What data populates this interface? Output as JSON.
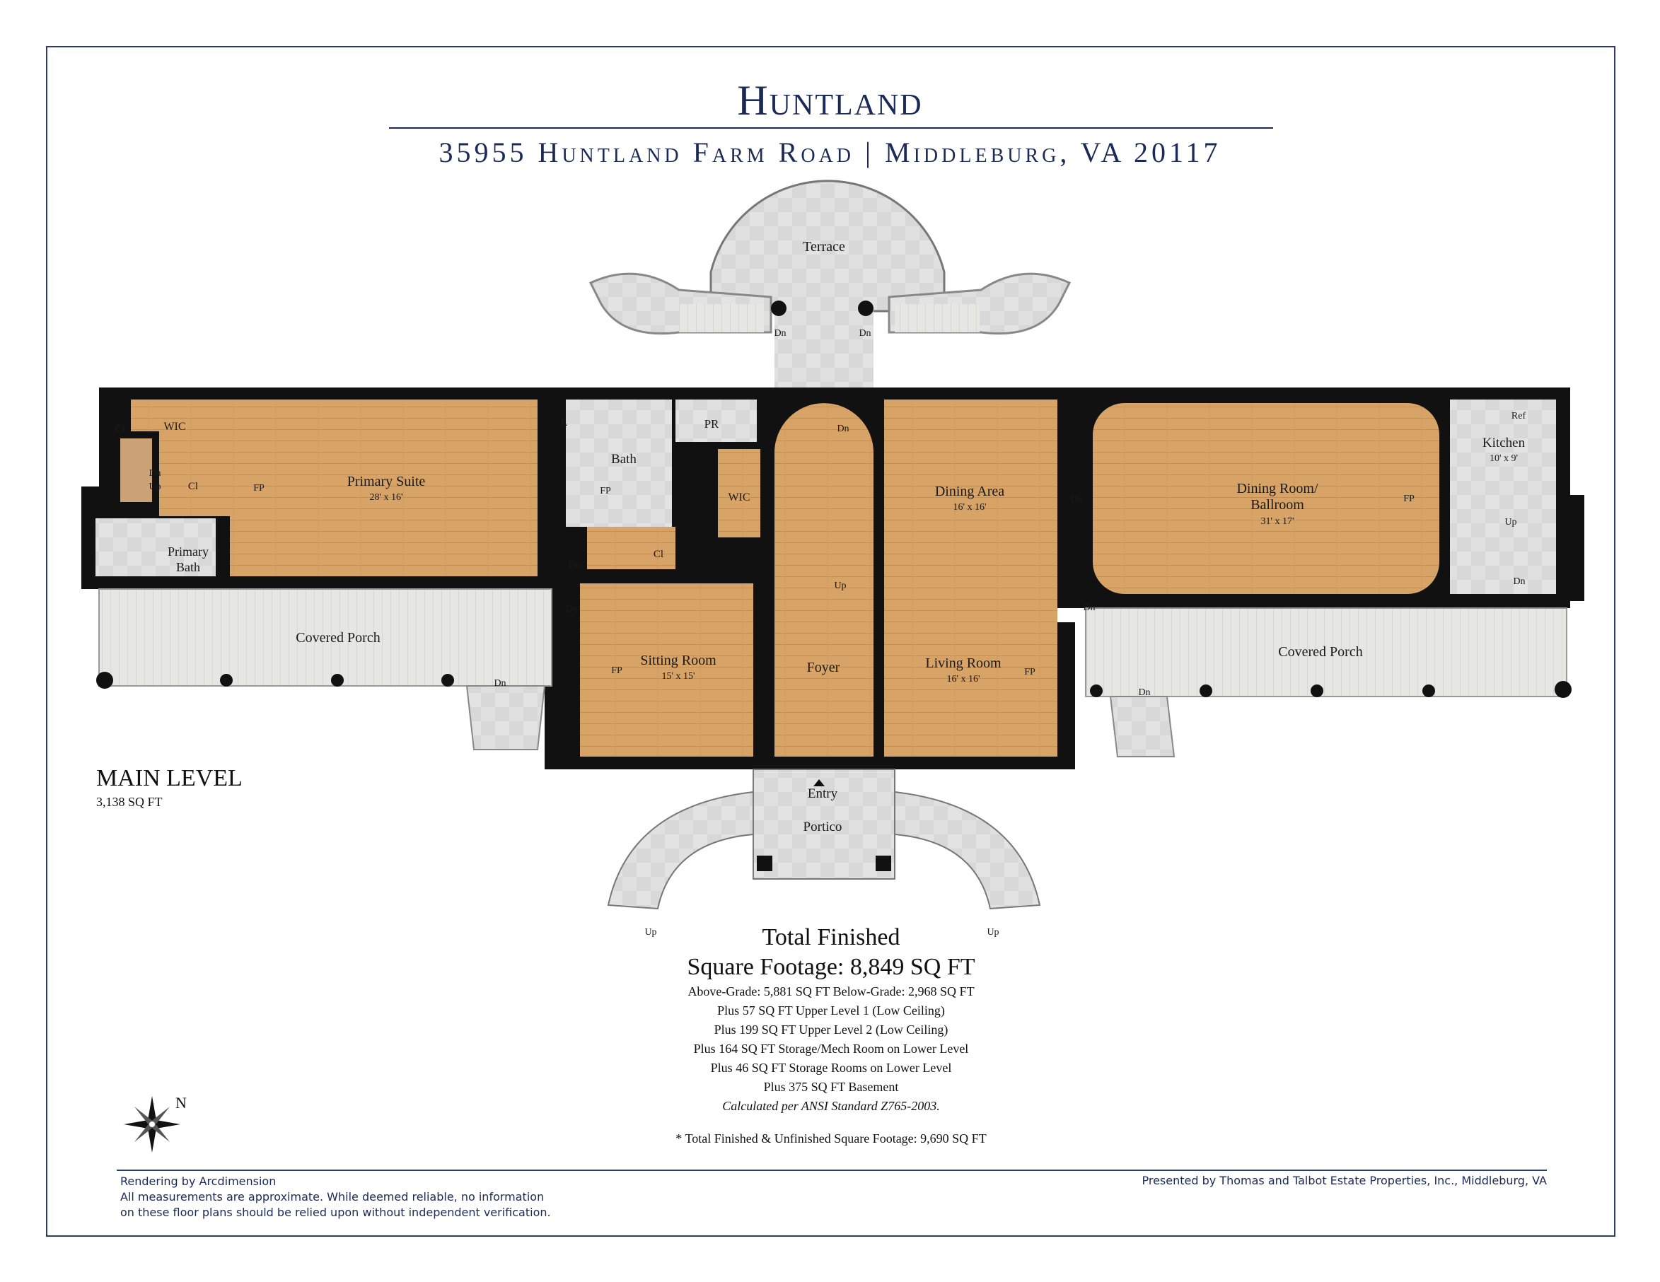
{
  "header": {
    "title": "Huntland",
    "address": "35955 Huntland Farm Road  |  Middleburg, VA 20117"
  },
  "rooms": {
    "terrace": "Terrace",
    "wic_left": "WIC",
    "cl_top": "Cl",
    "cl_stair": "Cl",
    "primary_suite": "Primary Suite",
    "primary_suite_dim": "28' x 16'",
    "fp_suite": "FP",
    "primary_bath_1": "Primary",
    "primary_bath_2": "Bath",
    "l_room": "L",
    "bath": "Bath",
    "fp_bath": "FP",
    "pr": "PR",
    "wic_center": "WIC",
    "cl_center": "Cl",
    "dining_area": "Dining Area",
    "dining_area_dim": "16' x 16'",
    "dining_ballroom_1": "Dining Room/",
    "dining_ballroom_2": "Ballroom",
    "dining_ballroom_dim": "31' x 17'",
    "fp_ballroom": "FP",
    "kitchen": "Kitchen",
    "kitchen_dim": "10' x 9'",
    "ref": "Ref",
    "covered_porch_left": "Covered Porch",
    "covered_porch_right": "Covered Porch",
    "sitting_room": "Sitting Room",
    "sitting_room_dim": "15' x 15'",
    "fp_sitting": "FP",
    "foyer": "Foyer",
    "living_room": "Living Room",
    "living_room_dim": "16' x 16'",
    "fp_living": "FP",
    "entry": "Entry",
    "portico": "Portico"
  },
  "stairs": {
    "dn": "Dn",
    "up": "Up"
  },
  "level": {
    "name": "MAIN LEVEL",
    "sqft": "3,138 SQ FT"
  },
  "totals": {
    "line1": "Total Finished",
    "line2": "Square Footage: 8,849 SQ FT",
    "lines": [
      "Above-Grade: 5,881 SQ FT    Below-Grade: 2,968 SQ FT",
      "Plus 57 SQ FT Upper Level 1 (Low Ceiling)",
      "Plus 199 SQ FT Upper Level 2 (Low Ceiling)",
      "Plus 164 SQ FT Storage/Mech Room on Lower Level",
      "Plus 46 SQ FT Storage Rooms on Lower Level",
      "Plus 375 SQ FT Basement"
    ],
    "ansi": "Calculated per ANSI Standard Z765-2003.",
    "note": "* Total Finished & Unfinished Square Footage: 9,690 SQ FT"
  },
  "compass": {
    "north": "N"
  },
  "footer": {
    "left_1": "Rendering by Arcdimension",
    "left_2": "All measurements are approximate. While deemed reliable, no information",
    "left_3": "on these floor plans should be relied upon without independent verification.",
    "right": "Presented by Thomas and Talbot Estate Properties, Inc., Middleburg, VA"
  },
  "colors": {
    "navy": "#1b2a56",
    "wood": "#d6a064",
    "stone": "#d9d9d9",
    "wall": "#111111"
  }
}
